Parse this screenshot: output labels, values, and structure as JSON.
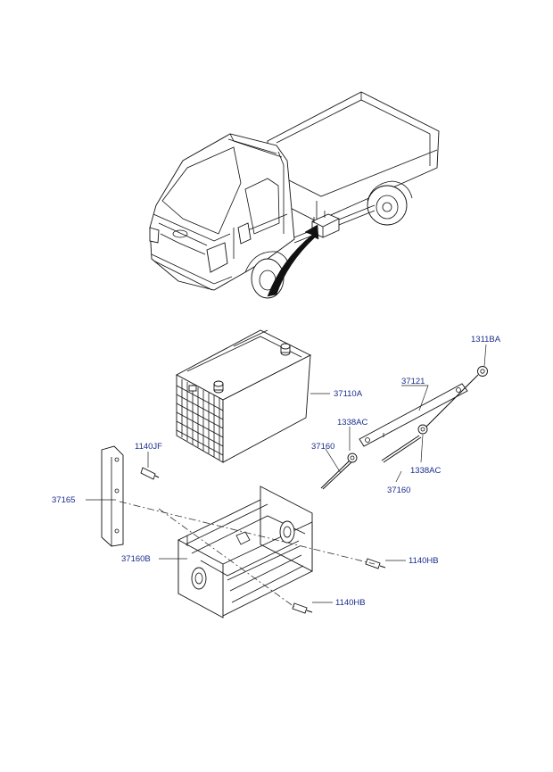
{
  "labels": {
    "nut_1311BA": "1311BA",
    "bracket_37121": "37121",
    "battery_37110A": "37110A",
    "nut_1338AC_left": "1338AC",
    "rod_37160_left": "37160",
    "nut_1338AC_right": "1338AC",
    "rod_37160_right": "37160",
    "bolt_1140JF": "1140JF",
    "bracket_37165": "37165",
    "tray_37160B": "37160B",
    "bolt_1140HB_right": "1140HB",
    "bolt_1140HB_bottom": "1140HB"
  },
  "colors": {
    "label": "#1a2d8c",
    "line": "#111111",
    "background": "#ffffff"
  }
}
